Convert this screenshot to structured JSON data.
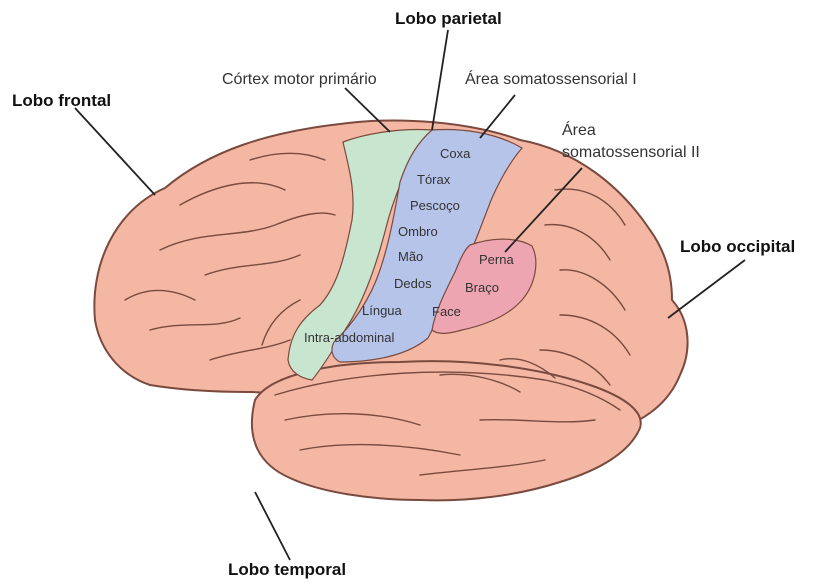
{
  "colors": {
    "brain_fill": "#f3b7a3",
    "brain_stroke": "#7a4a3e",
    "motor_cortex": "#c8e6cf",
    "somatosensory_1": "#b7c4ea",
    "somatosensory_2": "#eea5b2"
  },
  "lobes": {
    "parietal": "Lobo parietal",
    "frontal": "Lobo frontal",
    "occipital": "Lobo occipital",
    "temporal": "Lobo temporal"
  },
  "areas": {
    "motor_cortex": "Córtex motor primário",
    "somatosensory_1": "Área somatossensorial I",
    "somatosensory_2_line1": "Área",
    "somatosensory_2_line2": "somatossensorial II"
  },
  "somatosensory_1_parts": [
    "Coxa",
    "Tórax",
    "Pescoço",
    "Ombro",
    "Mão",
    "Dedos",
    "Língua",
    "Intra-abdominal"
  ],
  "somatosensory_2_parts": [
    "Perna",
    "Braço",
    "Face"
  ]
}
